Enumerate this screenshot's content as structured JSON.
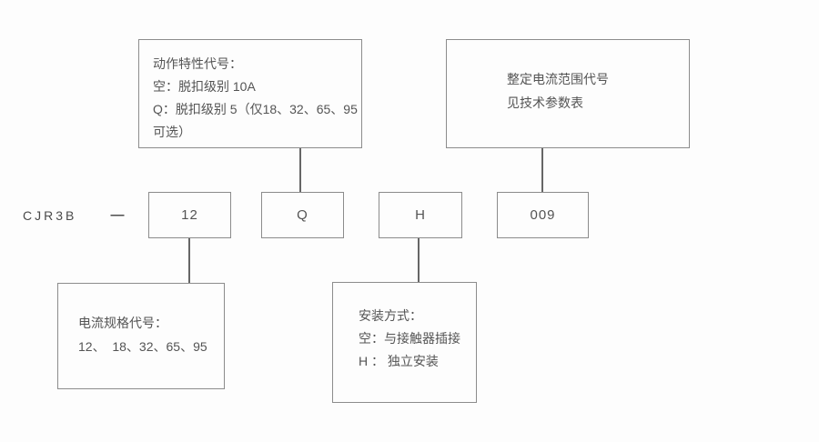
{
  "model": {
    "prefix": "CJR3B",
    "separator": "—"
  },
  "codes": {
    "current_spec": "12",
    "trip_class": "Q",
    "mounting": "H",
    "current_range": "009"
  },
  "callouts": {
    "trip_class": {
      "lines": [
        "动作特性代号：",
        "空：脱扣级别 10A",
        "Q：脱扣级别 5（仅18、32、65、95",
        "可选）"
      ]
    },
    "current_range": {
      "lines": [
        "整定电流范围代号",
        "见技术参数表"
      ]
    },
    "current_spec": {
      "lines": [
        "电流规格代号：",
        "12、  18、32、65、95"
      ]
    },
    "mounting": {
      "lines": [
        "安装方式：",
        "空：与接触器插接",
        "H ： 独立安装"
      ]
    }
  },
  "colors": {
    "border": "#8c8c8c",
    "connector": "#666666",
    "text": "#545454",
    "background": "#fdfdfd"
  }
}
